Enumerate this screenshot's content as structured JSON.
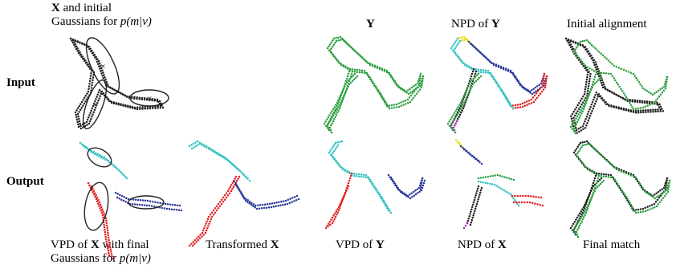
{
  "row_labels": {
    "input": "Input",
    "output": "Output"
  },
  "top_captions": {
    "x_init_line1_sym": "X",
    "x_init_line1_rest": " and initial",
    "x_init_line2_text": "Gaussians for ",
    "x_init_line2_math": "p(m|v)",
    "y_sym": "Y",
    "npd_y_text": "NPD of ",
    "npd_y_sym": "Y",
    "initial_alignment": "Initial alignment"
  },
  "bottom_captions": {
    "vpd_x_text": "VPD of ",
    "vpd_x_sym": "X",
    "vpd_x_rest": " with final",
    "vpd_x_line2_text": "Gaussians for ",
    "vpd_x_line2_math": "p(m|v)",
    "transformed_text": "Transformed ",
    "transformed_sym": "X",
    "vpd_y_text": "VPD of ",
    "vpd_y_sym": "Y",
    "npd_x_text": "NPD of ",
    "npd_x_sym": "X",
    "final_match": "Final match"
  },
  "colors": {
    "black": "#222222",
    "green": "#2ea043",
    "cyan": "#33c2c2",
    "red": "#e02020",
    "blue": "#2a3a9a",
    "yellow": "#e8e000",
    "magenta": "#b020b0"
  }
}
